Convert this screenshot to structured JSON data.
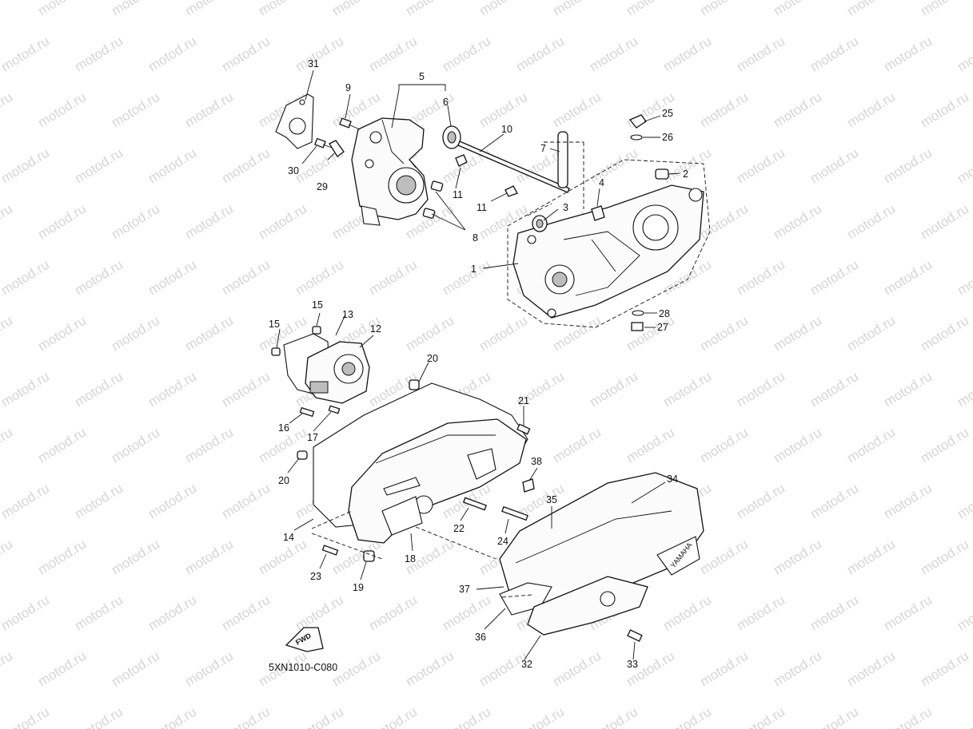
{
  "watermark": "motod.ru",
  "diagram_code": "5XN1010-C080",
  "fwd_label": "FWD",
  "cover_brand": "YAMAHA",
  "callouts": {
    "c1": "1",
    "c2": "2",
    "c3": "3",
    "c4": "4",
    "c5": "5",
    "c6": "6",
    "c7": "7",
    "c8": "8",
    "c9": "9",
    "c10": "10",
    "c11a": "11",
    "c11b": "11",
    "c12": "12",
    "c13": "13",
    "c14": "14",
    "c15a": "15",
    "c15b": "15",
    "c16": "16",
    "c17": "17",
    "c18": "18",
    "c19": "19",
    "c20a": "20",
    "c20b": "20",
    "c21": "21",
    "c22": "22",
    "c23": "23",
    "c24": "24",
    "c25": "25",
    "c26": "26",
    "c27": "27",
    "c28": "28",
    "c29": "29",
    "c30": "30",
    "c31": "31",
    "c32": "32",
    "c33": "33",
    "c34": "34",
    "c35": "35",
    "c36": "36",
    "c37": "37",
    "c38": "38"
  }
}
